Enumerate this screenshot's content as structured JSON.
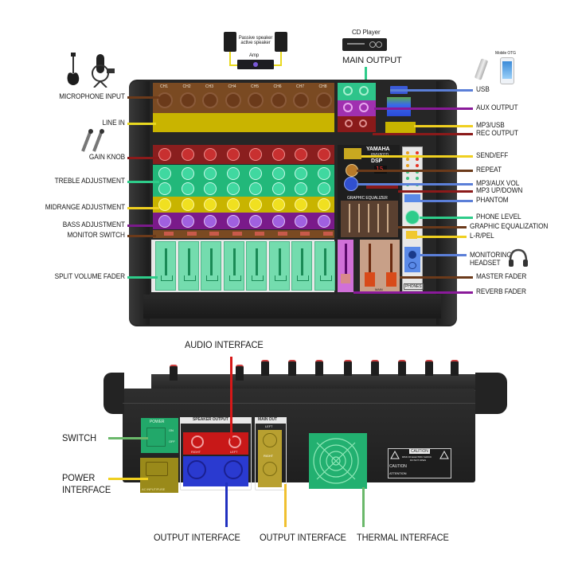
{
  "title": "Mixer console interface diagram",
  "brand": {
    "name": "YAMAHA",
    "model": "PMX802D",
    "dsp": "DSP",
    "display_value": "15",
    "graphic_eq": "GRAPHIC EQUALIZER"
  },
  "top_devices": {
    "speakers_label": "Passive speaker active speaker",
    "amp_label": "Amp",
    "cd_player_label": "CD Player",
    "mobile_label": "Mobile OTG"
  },
  "channels": [
    "CH1",
    "CH2",
    "CH3",
    "CH4",
    "CH5",
    "CH6",
    "CH7",
    "CH8"
  ],
  "left_callouts": [
    {
      "id": "microphone-input",
      "label": "MICROPHONE INPUT",
      "color": "#6b3a1a"
    },
    {
      "id": "line-in",
      "label": "LINE IN",
      "color": "#e8d820"
    },
    {
      "id": "gain-knob",
      "label": "GAIN KNOB",
      "color": "#8b1a1a"
    },
    {
      "id": "treble-adjustment",
      "label": "TREBLE ADJUSTMENT",
      "color": "#2ecc8a"
    },
    {
      "id": "midrange-adjustment",
      "label": "MIDRANGE ADJUSTMENT",
      "color": "#f0d020"
    },
    {
      "id": "bass-adjustment",
      "label": "BASS ADJUSTMENT",
      "color": "#7a1a8a"
    },
    {
      "id": "monitor-switch",
      "label": "MONITOR SWITCH",
      "color": "#6b3a1a"
    },
    {
      "id": "split-volume-fader",
      "label": "SPLIT VOLUME FADER",
      "color": "#2ecc8a"
    }
  ],
  "top_callout": {
    "id": "main-output",
    "label": "MAIN OUTPUT",
    "color": "#2ecc8a"
  },
  "right_callouts": [
    {
      "id": "usb",
      "label": "USB",
      "color": "#5b7fd8"
    },
    {
      "id": "aux-output",
      "label": "AUX OUTPUT",
      "color": "#8a1a9a"
    },
    {
      "id": "mp3-usb",
      "label": "MP3/USB",
      "color": "#f0d020"
    },
    {
      "id": "rec-output",
      "label": "REC OUTPUT",
      "color": "#8b1a1a"
    },
    {
      "id": "send-eff",
      "label": "SEND/EFF",
      "color": "#f0d020"
    },
    {
      "id": "repeat",
      "label": "REPEAT",
      "color": "#6b3a1a"
    },
    {
      "id": "mp3-aux-vol",
      "label": "MP3/AUX VOL",
      "color": "#5b7fd8"
    },
    {
      "id": "mp3-up-down",
      "label": "MP3 UP/DOWN",
      "color": "#8b1a1a"
    },
    {
      "id": "phantom",
      "label": "PHANTOM",
      "color": "#5b7fd8"
    },
    {
      "id": "phone-level",
      "label": "PHONE LEVEL",
      "color": "#2ecc8a"
    },
    {
      "id": "graphic-equalization",
      "label": "GRAPHIC EQUALIZATION",
      "color": "#6b3a1a"
    },
    {
      "id": "l-r-pel",
      "label": "L-R/PEL",
      "color": "#f0d020"
    },
    {
      "id": "monitoring-headset",
      "label": "MONITORING\nHEADSET",
      "color": "#5b7fd8"
    },
    {
      "id": "master-fader",
      "label": "MASTER FADER",
      "color": "#6b3a1a"
    },
    {
      "id": "reverb-fader",
      "label": "REVERB FADER",
      "color": "#8a1a9a"
    }
  ],
  "rear_panel": {
    "power_label": "POWER",
    "on_label": "ON",
    "off_label": "OFF",
    "ac_label": "AC INPUT/FUSE",
    "speaker_output_label": "SPEAKER OUTPUT",
    "right_label": "RIGHT",
    "left_label": "LEFT",
    "main_out_label": "MAIN OUT",
    "main_left_label": "LEFT",
    "main_right_label": "RIGHT",
    "caution_title": "CAUTION",
    "caution_line1": "RISK OF ELECTRIC SHOCK",
    "caution_line2": "DO NOT OPEN",
    "caution_row": "CAUTION",
    "attention_row": "ATTENTION"
  },
  "rear_callouts": [
    {
      "id": "audio-interface",
      "label": "AUDIO INTERFACE",
      "color": "#d81818"
    },
    {
      "id": "switch",
      "label": "SWITCH",
      "color": "#6ab86a"
    },
    {
      "id": "power-interface",
      "label": "POWER\nINTERFACE",
      "color": "#f0d020"
    },
    {
      "id": "output-interface-speaker",
      "label": "OUTPUT INTERFACE",
      "color": "#2030c0"
    },
    {
      "id": "output-interface-main",
      "label": "OUTPUT INTERFACE",
      "color": "#f0c030"
    },
    {
      "id": "thermal-interface",
      "label": "THERMAL INTERFACE",
      "color": "#6ab86a"
    }
  ],
  "small_labels": {
    "phones": "PHONES",
    "main": "MAIN",
    "phone_level": "PHONE LEVEL"
  }
}
